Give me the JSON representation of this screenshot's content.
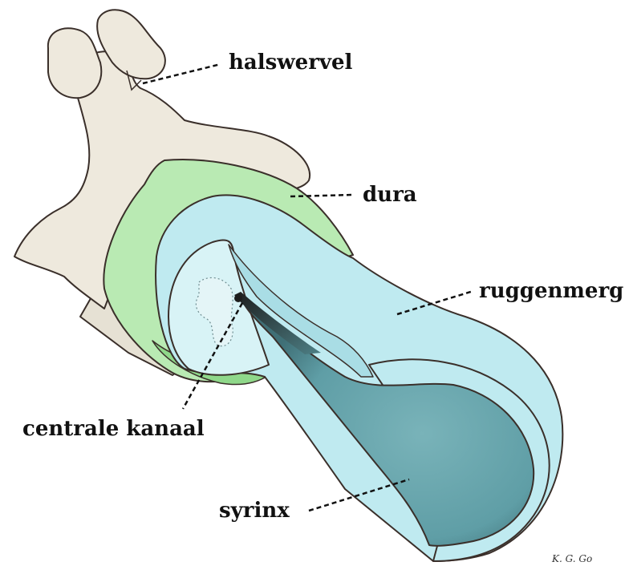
{
  "labels": {
    "halswervel": "halswervel",
    "dura": "dura",
    "ruggenmerg": "ruggenmerg",
    "centrale_kanaal": "centrale kanaal",
    "syrinx": "syrinx"
  },
  "signature": "K. G. Go",
  "colors": {
    "bone": "#eee9dd",
    "dura": "#b9eab3",
    "cord": "#bfeaf0",
    "syrinx": "#5f9ea6",
    "outline": "#3a2f2a"
  }
}
